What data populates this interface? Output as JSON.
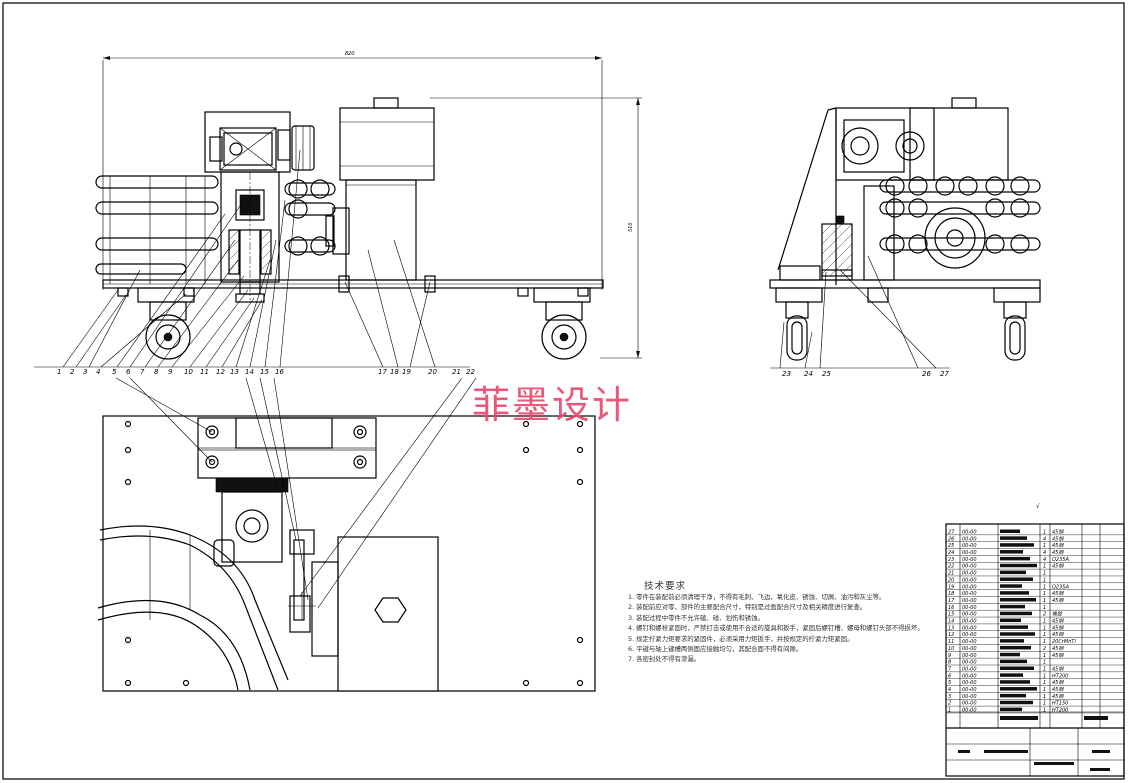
{
  "watermark": "菲墨设计",
  "dimensions": {
    "overall_width": "820",
    "overall_height": "510"
  },
  "technical_requirements": {
    "title": "技术要求",
    "items": [
      "1. 零件在装配前必须清理干净，不得有毛刺、飞边、氧化皮、锈蚀、切屑、油污和灰尘等。",
      "2. 装配前应对零、部件的主要配合尺寸，特别是过盈配合尺寸及相关精度进行复查。",
      "3. 装配过程中零件不允许磕、碰、划伤和锈蚀。",
      "4. 螺钉和螺栓紧固时，严禁打击或使用不合适的旋具和扳手，紧固后螺钉槽、螺母和螺钉头部不得损坏。",
      "5. 规定拧紧力矩要求的紧固件，必须采用力矩扳手，并按规定的拧紧力矩紧固。",
      "6. 平键与轴上键槽两侧面应接触均匀，其配合面不得有间隙。",
      "7. 各密封处不得有渗漏。"
    ]
  },
  "front_view_balloons": [
    "1",
    "2",
    "3",
    "4",
    "5",
    "6",
    "7",
    "8",
    "9",
    "10",
    "11",
    "12",
    "13",
    "14",
    "15",
    "16",
    "17",
    "18",
    "19",
    "20",
    "21",
    "22"
  ],
  "side_view_balloons": [
    "23",
    "24",
    "25",
    "26",
    "27"
  ],
  "bom": {
    "rows": [
      {
        "no": "27",
        "code": "00-00",
        "qty": "1",
        "mat": "45钢"
      },
      {
        "no": "26",
        "code": "00-00",
        "qty": "4",
        "mat": "45钢"
      },
      {
        "no": "25",
        "code": "00-00",
        "qty": "1",
        "mat": "45钢"
      },
      {
        "no": "24",
        "code": "00-00",
        "qty": "4",
        "mat": "45钢"
      },
      {
        "no": "23",
        "code": "00-00",
        "qty": "4",
        "mat": "Q235A"
      },
      {
        "no": "22",
        "code": "00-00",
        "qty": "1",
        "mat": "45钢"
      },
      {
        "no": "21",
        "code": "00-00",
        "qty": "1",
        "mat": ""
      },
      {
        "no": "20",
        "code": "00-00",
        "qty": "1",
        "mat": ""
      },
      {
        "no": "19",
        "code": "00-00",
        "qty": "1",
        "mat": "Q235A"
      },
      {
        "no": "18",
        "code": "00-00",
        "qty": "1",
        "mat": "45钢"
      },
      {
        "no": "17",
        "code": "00-00",
        "qty": "1",
        "mat": "45钢"
      },
      {
        "no": "16",
        "code": "00-00",
        "qty": "1",
        "mat": ""
      },
      {
        "no": "15",
        "code": "00-00",
        "qty": "2",
        "mat": "橡胶"
      },
      {
        "no": "14",
        "code": "00-00",
        "qty": "1",
        "mat": "45钢"
      },
      {
        "no": "13",
        "code": "00-00",
        "qty": "1",
        "mat": "45钢"
      },
      {
        "no": "12",
        "code": "00-00",
        "qty": "1",
        "mat": "45钢"
      },
      {
        "no": "11",
        "code": "00-00",
        "qty": "1",
        "mat": "20CrMnTi"
      },
      {
        "no": "10",
        "code": "00-00",
        "qty": "2",
        "mat": "45钢"
      },
      {
        "no": "9",
        "code": "00-00",
        "qty": "1",
        "mat": "45钢"
      },
      {
        "no": "8",
        "code": "00-00",
        "qty": "1",
        "mat": ""
      },
      {
        "no": "7",
        "code": "00-00",
        "qty": "1",
        "mat": "45钢"
      },
      {
        "no": "6",
        "code": "00-00",
        "qty": "1",
        "mat": "HT200"
      },
      {
        "no": "5",
        "code": "00-00",
        "qty": "1",
        "mat": "45钢"
      },
      {
        "no": "4",
        "code": "00-00",
        "qty": "1",
        "mat": "45钢"
      },
      {
        "no": "3",
        "code": "00-00",
        "qty": "1",
        "mat": "45钢"
      },
      {
        "no": "2",
        "code": "00-00",
        "qty": "1",
        "mat": "HT150"
      },
      {
        "no": "1",
        "code": "00-00",
        "qty": "1",
        "mat": "HT200"
      }
    ]
  }
}
